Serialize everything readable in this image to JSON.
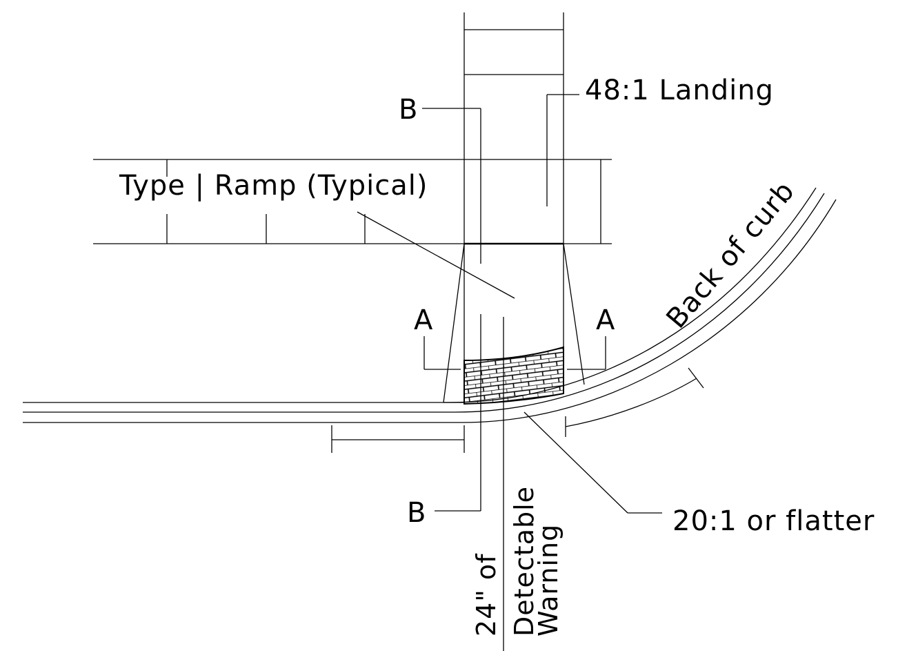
{
  "labels": {
    "landing": "48:1 Landing",
    "ramp": "Type | Ramp (Typical)",
    "section_b_top": "B",
    "section_b_bottom": "B",
    "section_a_left": "A",
    "section_a_right": "A",
    "back_of_curb": "Back of curb",
    "slope": "20:1 or flatter",
    "warning_line1": "24\" of",
    "warning_line2": "Detectable",
    "warning_line3": "Warning"
  }
}
